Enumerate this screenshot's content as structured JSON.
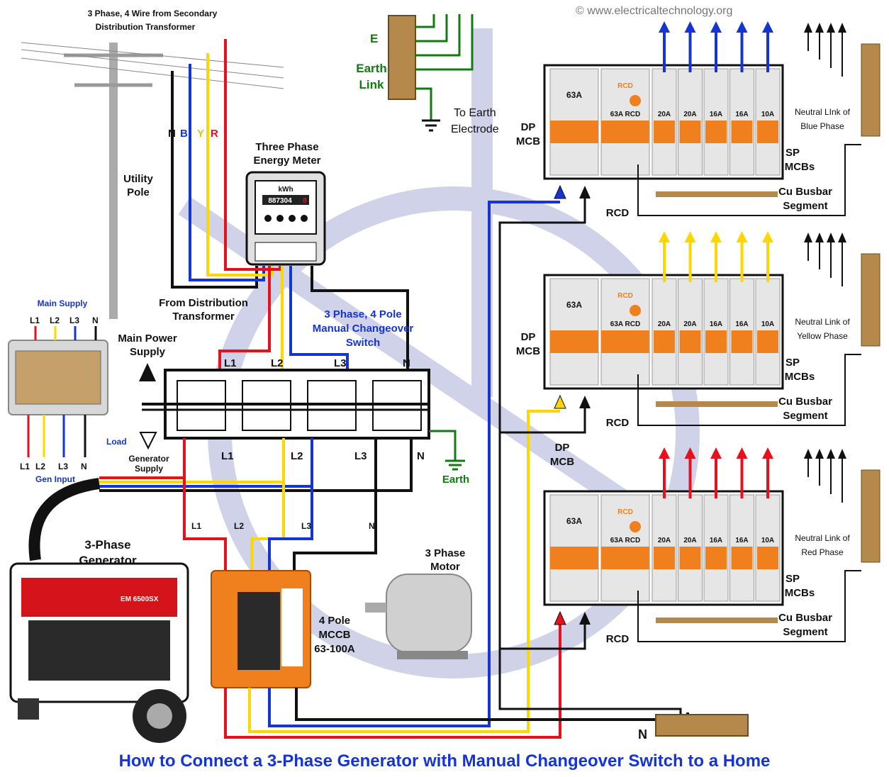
{
  "title": "How to Connect a 3-Phase Generator with Manual Changeover Switch to a Home",
  "watermark": "© www.electricaltechnology.org",
  "labels": {
    "source_line1": "3 Phase, 4 Wire from Secondary",
    "source_line2": "Distribution Transformer",
    "pole_line1": "Utility",
    "pole_line2": "Pole",
    "n": "N",
    "b": "B",
    "y": "Y",
    "r": "R",
    "meter_line1": "Three Phase",
    "meter_line2": "Energy Meter",
    "kwh": "kWh",
    "meter_digits": "887304",
    "meter_last": "8",
    "from_dt_line1": "From Distribution",
    "from_dt_line2": "Transformer",
    "main_supply": "Main Supply",
    "l1": "L1",
    "l2": "L2",
    "l3": "L3",
    "load": "Load",
    "gen_input": "Gen Input",
    "main_power_line1": "Main Power",
    "main_power_line2": "Supply",
    "gen_supply_line1": "Generator",
    "gen_supply_line2": "Supply",
    "changeover_line1": "3 Phase, 4 Pole",
    "changeover_line2": "Manual Changeover",
    "changeover_line3": "Switch",
    "earth": "Earth",
    "e": "E",
    "earth_link_line1": "Earth",
    "earth_link_line2": "Link",
    "to_earth_line1": "To Earth",
    "to_earth_line2": "Electrode",
    "generator_line1": "3-Phase",
    "generator_line2": "Generator",
    "gen_brand": "EM 6500SX",
    "motor_line1": "3 Phase",
    "motor_line2": "Motor",
    "mccb_line1": "4 Pole",
    "mccb_line2": "MCCB",
    "mccb_line3": "63-100A",
    "dp": "DP",
    "mcb": "MCB",
    "sp": "SP",
    "mcbs": "MCBs",
    "rcd": "RCD",
    "cu_busbar": "Cu Busbar",
    "segment": "Segment",
    "neutral_blue_line1": "Neutral LInk of",
    "neutral_blue_line2": "Blue Phase",
    "neutral_yellow_line1": "Neutral Link of",
    "neutral_yellow_line2": "Yellow Phase",
    "neutral_red_line1": "Neutral Link of",
    "neutral_red_line2": "Red Phase",
    "dp_rating": "63A",
    "rcd_rating": "63A RCD",
    "sp_ratings": [
      "20A",
      "20A",
      "16A",
      "16A",
      "10A"
    ],
    "n_bar": "N"
  },
  "colors": {
    "red": "#e8101c",
    "yellow": "#ffd700",
    "blue": "#1434d6",
    "black": "#111111",
    "green": "#117a11",
    "orange": "#f07f1e",
    "panel_grey": "#d9d9d9",
    "watermark_shape": "#a9aed6"
  },
  "boards": [
    {
      "phase": "blue",
      "color": "#1434d6"
    },
    {
      "phase": "yellow",
      "color": "#ffd700"
    },
    {
      "phase": "red",
      "color": "#e8101c"
    }
  ]
}
